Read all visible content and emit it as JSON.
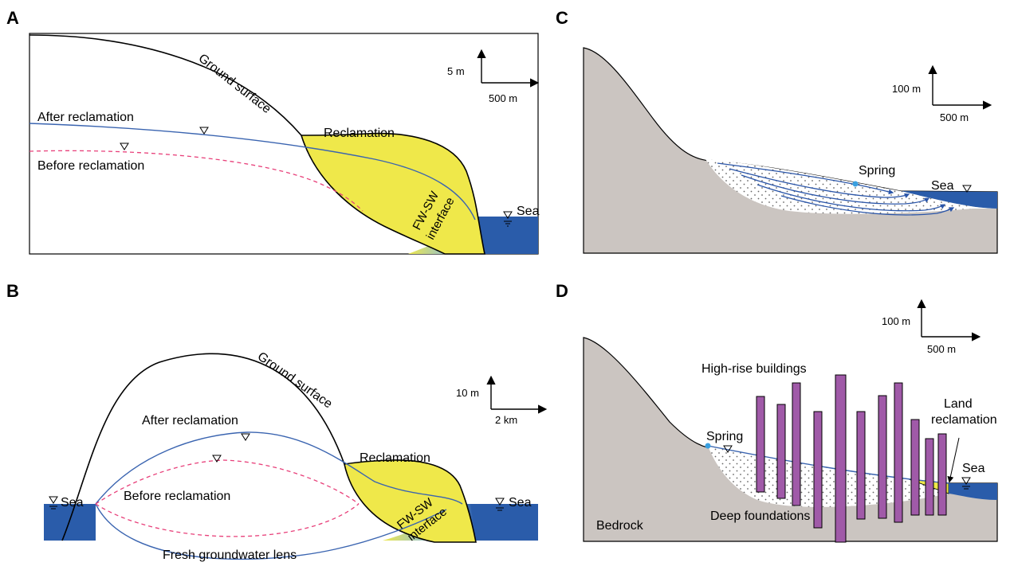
{
  "panels": {
    "a": {
      "label": "A",
      "ground_surface": "Ground surface",
      "after_reclamation": "After reclamation",
      "before_reclamation": "Before reclamation",
      "reclamation": "Reclamation",
      "interface_line1": "FW-SW",
      "interface_line2": "interface",
      "sea": "Sea",
      "scale_vertical": "5 m",
      "scale_horizontal": "500 m"
    },
    "b": {
      "label": "B",
      "ground_surface": "Ground surface",
      "after_reclamation": "After reclamation",
      "before_reclamation": "Before reclamation",
      "reclamation": "Reclamation",
      "interface_line1": "FW-SW",
      "interface_line2": "interface",
      "sea_left": "Sea",
      "sea_right": "Sea",
      "lens": "Fresh groundwater lens",
      "scale_vertical": "10 m",
      "scale_horizontal": "2 km"
    },
    "c": {
      "label": "C",
      "spring": "Spring",
      "sea": "Sea",
      "scale_vertical": "100 m",
      "scale_horizontal": "500 m"
    },
    "d": {
      "label": "D",
      "high_rise": "High-rise buildings",
      "land_reclamation_line1": "Land",
      "land_reclamation_line2": "reclamation",
      "spring": "Spring",
      "sea": "Sea",
      "deep_foundations": "Deep foundations",
      "bedrock": "Bedrock",
      "scale_vertical": "100 m",
      "scale_horizontal": "500 m"
    }
  },
  "colors": {
    "water_table_after": "#3a64b0",
    "water_table_before": "#e8407a",
    "reclamation_fill": "#efe84a",
    "sea_fill": "#2a5caa",
    "bedrock_fill": "#cbc5c1",
    "flow_lines": "#2a55a8"
  }
}
